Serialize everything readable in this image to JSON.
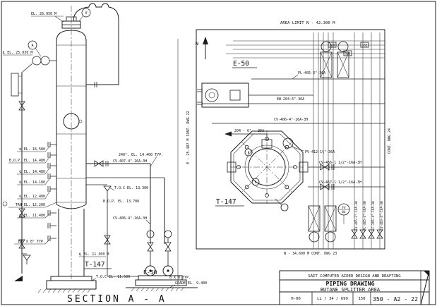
{
  "drawing": {
    "section_title": "SECTION  A - A"
  },
  "elevation": {
    "column_tag": "T-147",
    "pump_tag": "E-50",
    "labels": {
      "el_26950": "EL. 26.950 M",
      "el_25030": "℄ EL. 25.030 M",
      "el_16580": "℄ EL. 16.580",
      "bop_14480": "B.O.P. EL. 14.480",
      "el_14480": "℄ EL. 14.480",
      "el_14180": "℄ EL. 14.180",
      "el_12480": "℄ EL. 12.480",
      "tan_12200": "TAN EL. 12.200",
      "el_11480": "℄ EL. 11.480",
      "size_typ": "10\" X 8\" TYP.",
      "el_11300": "℄ EL. 11.300 M",
      "toc_11500": "T.O.C EL. 11.500",
      "typ_240": "240°. EL. 14.400 TYP.",
      "cv407": "CV-407-4\"-16A-3H",
      "cv406": "CV-406-4\"-16A-3H",
      "toc_13300": "T.O.C EL. 13.300",
      "bop_13780": "B.O.P. EL. 13.780",
      "typ_8x8": "8 X 8 TYP.",
      "grade": "GRADE EL. 9.400",
      "tag_v": "V",
      "tag_a": "A"
    }
  },
  "plan": {
    "area_limit": "AREA LIMIT N - 42.300 M",
    "north": "N",
    "e50_tag": "E-50",
    "t147_tag": "T-147",
    "labels": {
      "pl405": "PL-405-3\"-36A",
      "ew204": "EW-204-6\"-36A",
      "cv406": "CV-406-4\"-16A-3H",
      "line204": "204 - 6\" - 36A",
      "pv412": "PV-412-1½\"-36A",
      "cv466": "CV-466-1 1/2\"-16A-3H",
      "cv467": "CV-467-1 1/2\"-16A-3H",
      "vln1": "CV-465-3\"-16A-3H",
      "vln2": "PL-465-4\"-36A-3H",
      "vln3": "LC-265-4\"-16A-3H",
      "vln4": "CV-463-4\"-16A-3H",
      "fv_top": "FV",
      "fv_bot": "04",
      "tag1": "168",
      "tag2": "165",
      "tag3": "162",
      "bubble_n": "N",
      "bubble_v": "V"
    },
    "match_lines": {
      "left": "E - 25.487 M CONT. DWG 22",
      "bottom": "N - 34.600 M CONT. DWG 23",
      "right": "CONT. DWG 24"
    }
  },
  "title_block": {
    "org": "SAIT COMPUTER AIDED DESIGN AND DRAFTING",
    "doc_type": "PIPING DRAWING",
    "area": "BUTANE SPLITTER AREA",
    "field1": "H-00",
    "field2": "LL / 34 / 699",
    "field3": "150",
    "dwg_no": "350 - A2 - 22"
  }
}
